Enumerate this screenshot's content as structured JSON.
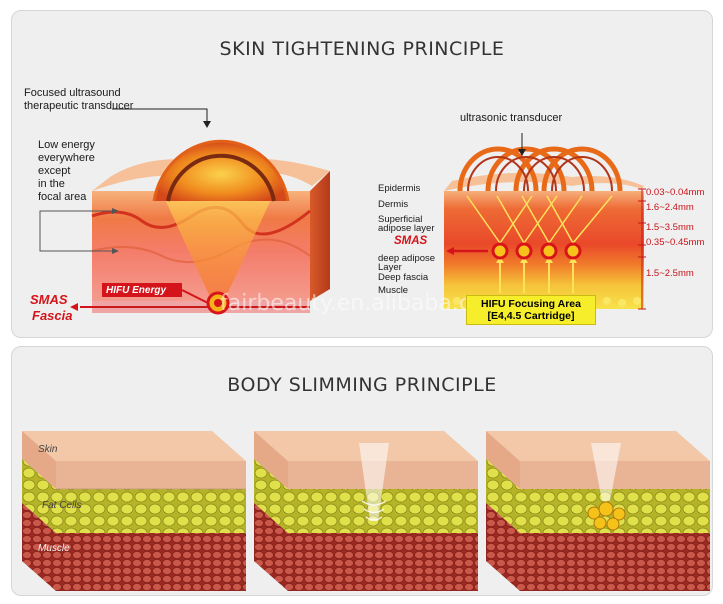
{
  "top": {
    "title": "SKIN TIGHTENING PRINCIPLE",
    "left": {
      "transducer_label_1": "Focused ultrasound",
      "transducer_label_2": "therapeutic transducer",
      "low_energy_1": "Low energy",
      "low_energy_2": "everywhere",
      "low_energy_3": "except",
      "low_energy_4": "in the",
      "low_energy_5": "focal area",
      "hifu_energy": "HIFU Energy",
      "smas_1": "SMAS",
      "smas_2": "Fascia"
    },
    "watermark": "fairbeauty.en.alibaba.com",
    "right": {
      "transducer_label": "ultrasonic transducer",
      "layers": {
        "epidermis": "Epidermis",
        "dermis": "Dermis",
        "superficial_1": "Superficial",
        "superficial_2": "adipose layer",
        "smas": "SMAS",
        "deep_adipose_1": "deep adipose",
        "deep_adipose_2": "Layer",
        "deep_fascia": "Deep fascia",
        "muscle": "Muscle"
      },
      "measurements": [
        "0.03~0.04mm",
        "1.6~2.4mm",
        "1.5~3.5mm",
        "0.35~0.45mm",
        "1.5~2.5mm"
      ],
      "focus_box_1": "HIFU Focusing Area",
      "focus_box_2": "[E4,4.5 Cartridge]"
    }
  },
  "bottom": {
    "title": "BODY SLIMMING PRINCIPLE",
    "labels": {
      "skin": "Skin",
      "fat": "Fat Cells",
      "muscle": "Muscle"
    }
  },
  "colors": {
    "accent_red": "#d4141a",
    "focus_yellow": "#f6ee2a",
    "panel_bg": "#efefef"
  }
}
